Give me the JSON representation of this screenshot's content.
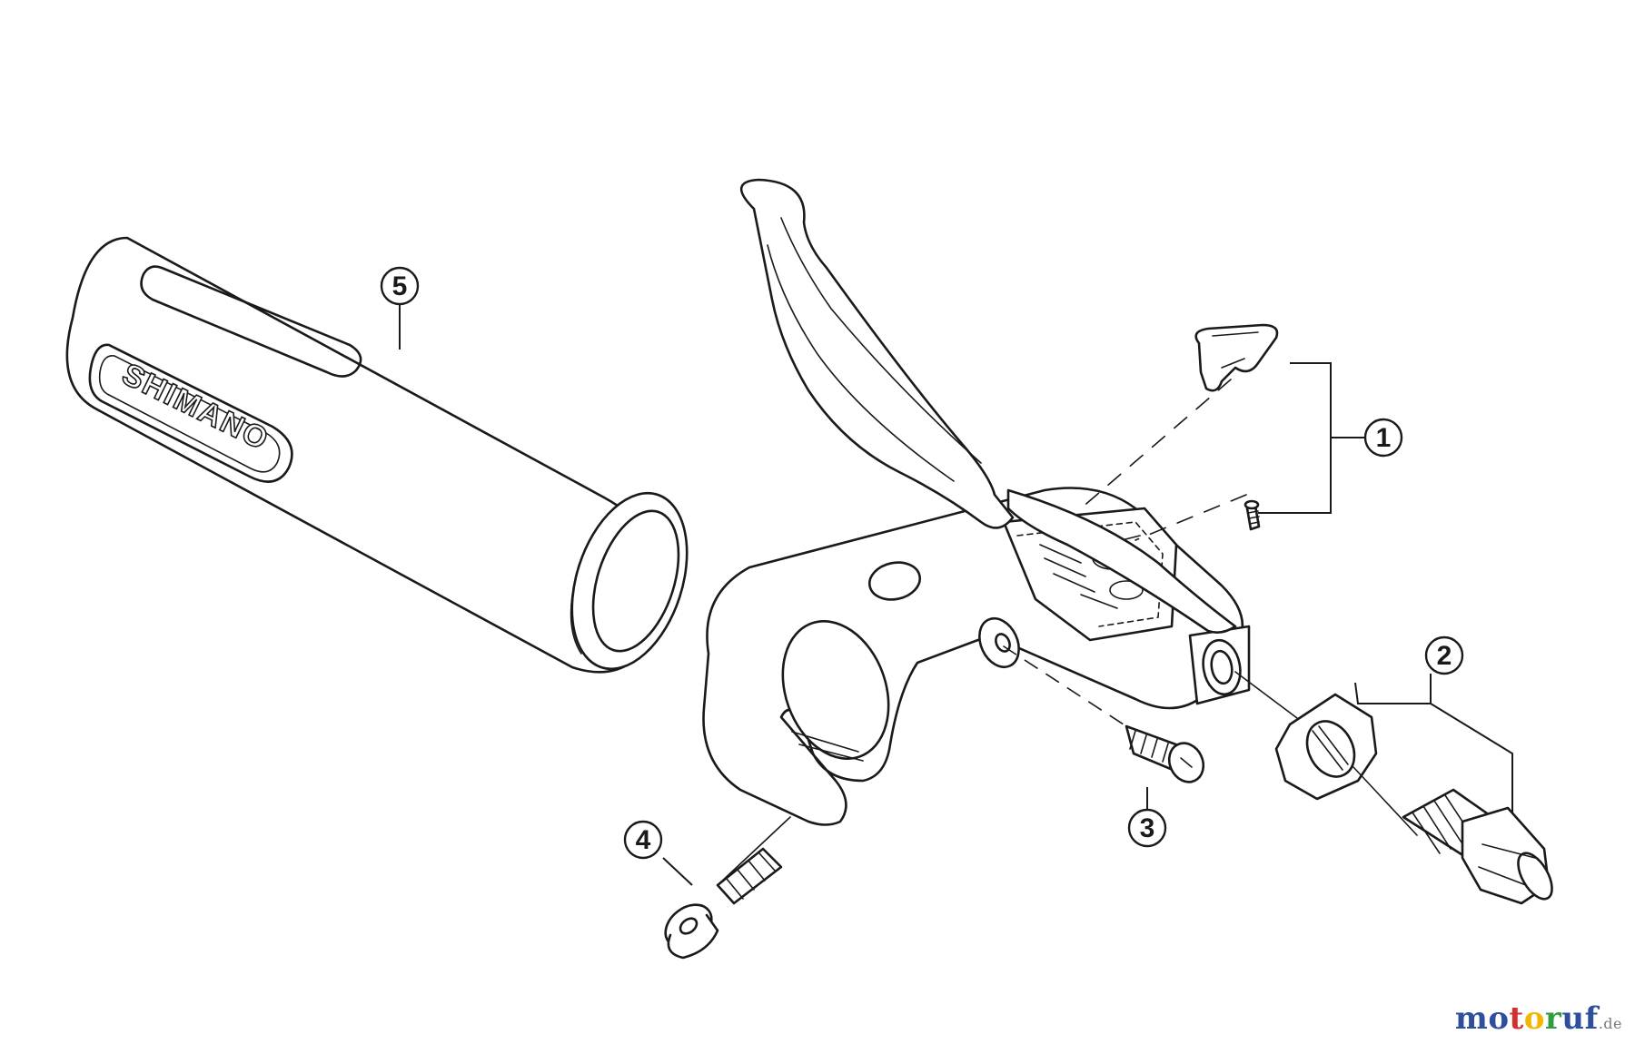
{
  "diagram": {
    "grip_logo": "SHIMANO",
    "callouts": [
      {
        "id": "callout-1",
        "label": "1"
      },
      {
        "id": "callout-2",
        "label": "2"
      },
      {
        "id": "callout-3",
        "label": "3"
      },
      {
        "id": "callout-4",
        "label": "4"
      },
      {
        "id": "callout-5",
        "label": "5"
      }
    ]
  },
  "watermark": {
    "text": "motoruf",
    "suffix": ".de",
    "letters": [
      {
        "ch": "m",
        "color": "#2e4f9e"
      },
      {
        "ch": "o",
        "color": "#2e4f9e"
      },
      {
        "ch": "t",
        "color": "#d32f2f"
      },
      {
        "ch": "o",
        "color": "#f2b705"
      },
      {
        "ch": "r",
        "color": "#2e9e3e"
      },
      {
        "ch": "u",
        "color": "#2e4f9e"
      },
      {
        "ch": "f",
        "color": "#2e4f9e"
      }
    ]
  },
  "colors": {
    "line": "#1a1a1a",
    "background": "#ffffff"
  }
}
